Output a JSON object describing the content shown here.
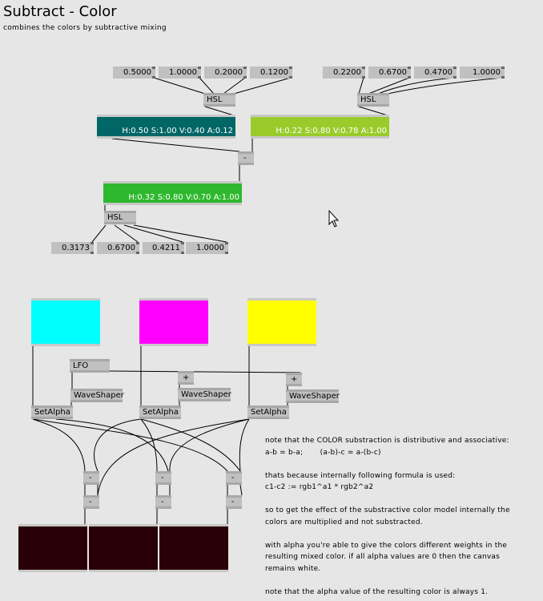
{
  "header": {
    "title": "Subtract - Color",
    "subtitle": "combines the colors by subtractive mixing"
  },
  "top_left_inputs": [
    "0.5000",
    "1.0000",
    "0.2000",
    "0.1200"
  ],
  "top_right_inputs": [
    "0.2200",
    "0.6700",
    "0.4700",
    "1.0000"
  ],
  "nodes": {
    "hsl": "HSL",
    "minus": "-",
    "plus": "+",
    "lfo": "LFO",
    "waveshaper": "WaveShaper",
    "setalpha": "SetAlpha"
  },
  "colors": {
    "left": {
      "label": "H:0.50  S:1.00  V:0.40  A:0.12",
      "fill": "#006666"
    },
    "right": {
      "label": "H:0.22  S:0.80  V:0.78  A:1.00",
      "fill": "#99cc2b"
    },
    "result": {
      "label": "H:0.32  S:0.80  V:0.70  A:1.00",
      "fill": "#2eb82e"
    },
    "cyan": "#00ffff",
    "magenta": "#ff00ff",
    "yellow": "#ffff00",
    "mixed": "#2a0008"
  },
  "result_outputs": [
    "0.3173",
    "0.6700",
    "0.4211",
    "1.0000"
  ],
  "note": "note that the COLOR substraction is distributive and associative:\na-b = b-a;       (a-b)-c = a-(b-c)\n\nthats because internally following formula is used:\nc1-c2 := rgb1^a1 * rgb2^a2\n\nso to get the effect of the substractive color model internally the\ncolors are multiplied and not substracted.\n\nwith alpha you're able to give the colors different weights in the\nresulting mixed color. if all alpha values are 0 then the canvas\nremains white.\n\nnote that the alpha value of the resulting color is always 1."
}
